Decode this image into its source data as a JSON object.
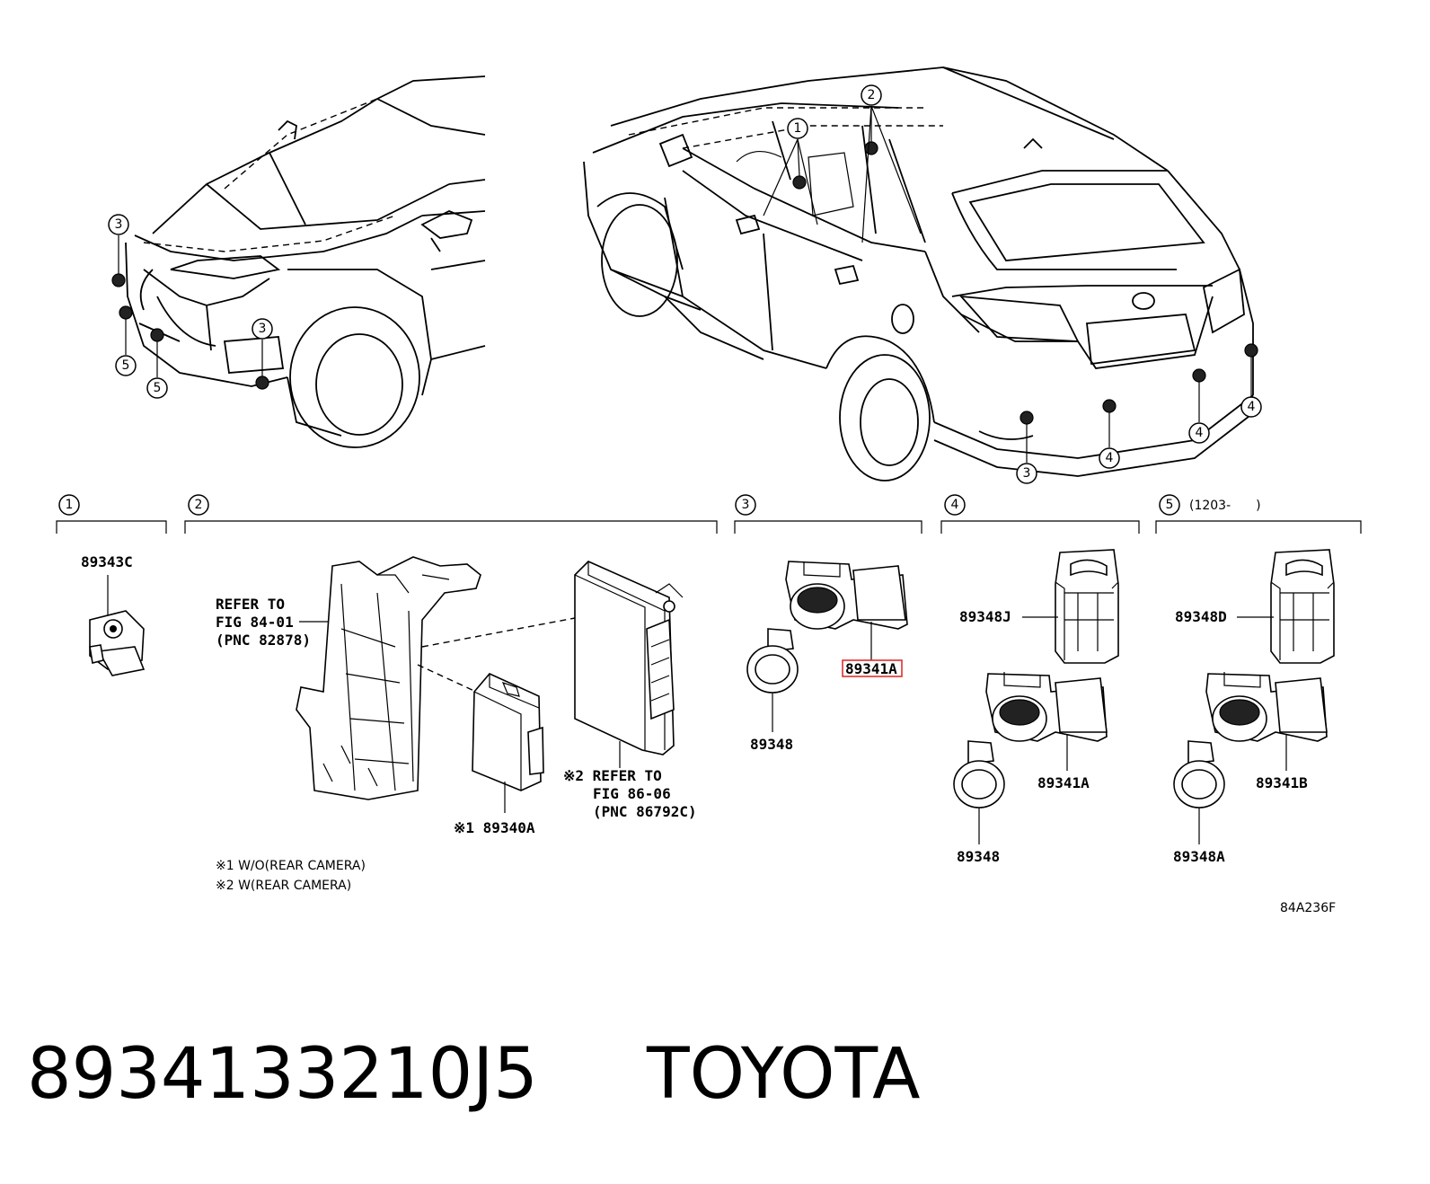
{
  "section_numbers": [
    "1",
    "2",
    "3",
    "4",
    "5"
  ],
  "section5_date": "(1203-　　)",
  "callouts": {
    "front": [
      "3",
      "5",
      "5",
      "3"
    ],
    "rear": [
      "1",
      "2",
      "3",
      "4",
      "4",
      "4"
    ]
  },
  "parts": {
    "s1": "89343C",
    "s2_refer1": [
      "REFER TO",
      "FIG 84-01",
      "(PNC 82878)"
    ],
    "s2_refer2": [
      "※2 REFER TO",
      "FIG 86-06",
      "(PNC 86792C)"
    ],
    "s2_part": "※1 89340A",
    "s2_notes": [
      "※1 W/O(REAR CAMERA)",
      "※2 W(REAR CAMERA)"
    ],
    "s3": [
      "89341A",
      "89348"
    ],
    "s4": [
      "89348J",
      "89341A",
      "89348"
    ],
    "s5": [
      "89348D",
      "89341B",
      "89348A"
    ]
  },
  "highlight_color": "#e03030",
  "figure_code": "84A236F",
  "footer": {
    "part_number": "8934133210J5",
    "brand": "TOYOTA"
  }
}
